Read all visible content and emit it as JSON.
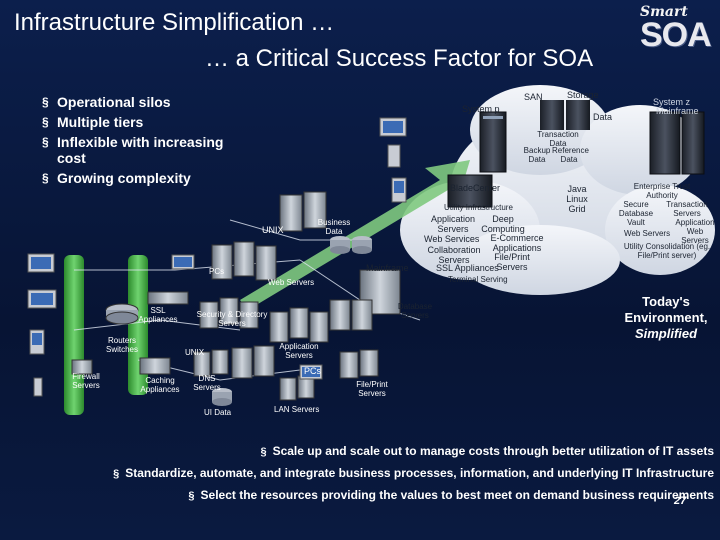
{
  "slide": {
    "title_line1": "Infrastructure Simplification …",
    "title_line2": "… a Critical Success Factor for SOA",
    "logo": {
      "smart": "Smart",
      "soa": "SOA"
    },
    "bullets": [
      "Operational silos",
      "Multiple tiers",
      "Inflexible with increasing cost",
      "Growing complexity"
    ],
    "left_diagram": {
      "unix": "UNIX",
      "business_data": "Business Data",
      "pcs": "PCs",
      "web_servers": "Web Servers",
      "mainframe": "Mainframe",
      "ssl_appliances": "SSL Appliances",
      "security_directory_servers": "Security & Directory Servers",
      "database_servers": "Database Servers",
      "routers_switches": "Routers Switches",
      "unix_2": "UNIX",
      "application_servers": "Application Servers",
      "firewall_servers": "Firewall Servers",
      "caching_appliances": "Caching Appliances",
      "dns_servers": "DNS Servers",
      "pcs_2": "PCs",
      "file_print_servers": "File/Print Servers",
      "ui_data": "UI Data",
      "lan_servers": "LAN Servers"
    },
    "right_diagram": {
      "san": "SAN",
      "storage": "Storage",
      "system_p": "System p",
      "data": "Data",
      "system_z": "System z",
      "mainframe": "Mainframe",
      "transaction_data": "Transaction Data",
      "backup_data": "Backup Data",
      "reference_data": "Reference Data",
      "bladecenter": "BladeCenter",
      "utility_infrastructure": "Utility Infrastructure",
      "application_servers": "Application Servers",
      "deep_computing": "Deep Computing",
      "web_services": "Web Services",
      "ecommerce_applications": "E-Commerce Applications",
      "collaboration_servers": "Collaboration Servers",
      "file_print_servers": "File/Print Servers",
      "ssl_appliances": "SSL Appliances",
      "terminal_serving": "Terminal Serving",
      "java_linux_grid": "Java Linux Grid",
      "enterprise_trust_authority": "Enterprise Trust Authority",
      "secure_database_vault": "Secure Database Vault",
      "transaction_servers": "Transaction Servers",
      "application_web_servers": "Application Web Servers",
      "web_servers": "Web Servers",
      "utility_consolidation": "Utility Consolidation (eg. File/Print server)"
    },
    "todays_environment": "Today's Environment,",
    "simplified": "Simplified",
    "bottom_bullets": [
      "Scale up and scale out to manage costs through better utilization of IT assets",
      "Standardize, automate, and integrate business processes, information, and underlying IT Infrastructure",
      "Select the resources providing the values to best meet on demand business requirements"
    ],
    "page_number": "27"
  }
}
